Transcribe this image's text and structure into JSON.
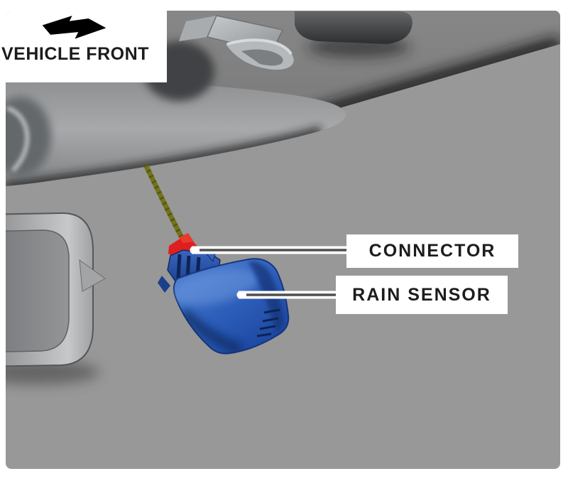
{
  "figure": {
    "type": "service-manual-illustration",
    "title_label": {
      "text": "VEHICLE FRONT"
    },
    "callouts": [
      {
        "id": "connector",
        "text": "CONNECTOR"
      },
      {
        "id": "rain-sensor",
        "text": "RAIN SENSOR"
      }
    ],
    "colors": {
      "illustration_bg": "#989898",
      "sensor_blue": "#2d5fba",
      "sensor_blue_light": "#5585d8",
      "sensor_blue_dark": "#1b449e",
      "connector_red": "#df1f1f",
      "harness_olive": "#73731c",
      "callout_bg": "#ffffff",
      "label_text": "#1c1c1c"
    },
    "icons": {
      "vehicle_front_arrow": "vehicle-front-direction-arrow"
    }
  }
}
